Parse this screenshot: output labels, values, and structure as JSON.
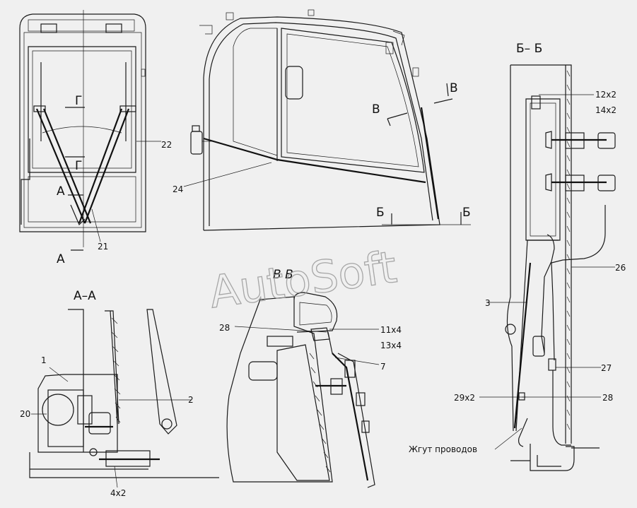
{
  "watermark": "AutoSoft",
  "section_titles": {
    "a_a": "А–А",
    "b_b": "Б– Б",
    "v_v": "В  В"
  },
  "cut_markers": {
    "a": "А",
    "g": "Г",
    "b": "Б",
    "v": "В"
  },
  "callouts": {
    "c1": "1",
    "c2": "2",
    "c3": "3",
    "c4x2": "4х2",
    "c7": "7",
    "c11x4": "11х4",
    "c12x2": "12х2",
    "c13x4": "13х4",
    "c14x2": "14х2",
    "c20": "20",
    "c21": "21",
    "c22": "22",
    "c24": "24",
    "c26": "26",
    "c27": "27",
    "c28": "28",
    "c29x2": "29х2",
    "harness": "Жгут проводов"
  },
  "colors": {
    "background": "#f0f0f0",
    "line": "#1a1a1a",
    "watermark": "#9a9a9a"
  }
}
